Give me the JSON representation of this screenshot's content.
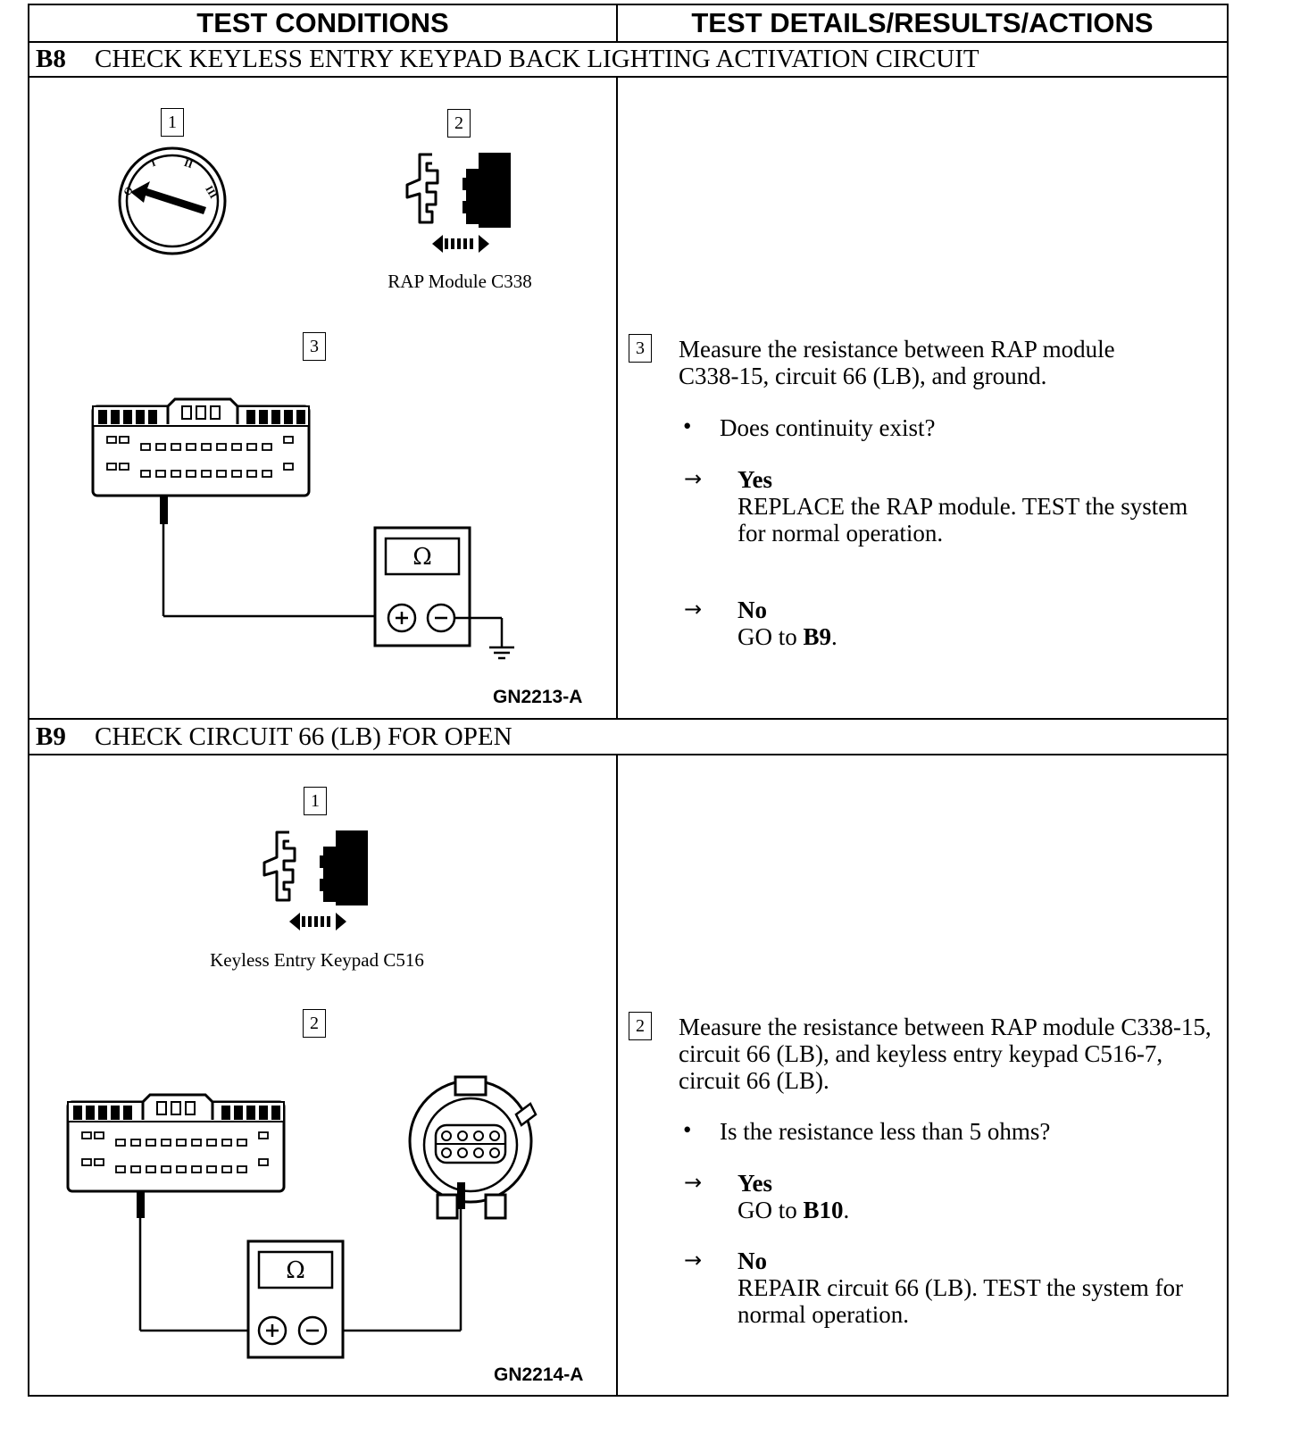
{
  "header": {
    "left": "TEST CONDITIONS",
    "right": "TEST DETAILS/RESULTS/ACTIONS"
  },
  "sections": [
    {
      "code": "B8",
      "title": "CHECK KEYLESS ENTRY KEYPAD BACK LIGHTING ACTIVATION CIRCUIT",
      "fig_steps": [
        "1",
        "2",
        "3"
      ],
      "caption": "RAP Module C338",
      "figure_id": "GN2213-A",
      "meter_symbol": "Ω",
      "step_num": "3",
      "instruction": "Measure the resistance between RAP module C338-15, circuit 66 (LB), and ground.",
      "question": "Does continuity exist?",
      "yes_label": "Yes",
      "yes_text": "REPLACE the RAP module. TEST the system for normal operation.",
      "no_label": "No",
      "no_text_pre": "GO to ",
      "no_text_ref": "B9",
      "no_text_post": "."
    },
    {
      "code": "B9",
      "title": "CHECK CIRCUIT 66 (LB) FOR OPEN",
      "fig_steps": [
        "1",
        "2"
      ],
      "caption": "Keyless Entry Keypad C516",
      "figure_id": "GN2214-A",
      "meter_symbol": "Ω",
      "step_num": "2",
      "instruction": "Measure the resistance between RAP module C338-15, circuit 66 (LB), and keyless entry keypad C516-7, circuit 66 (LB).",
      "question": "Is the resistance less than 5 ohms?",
      "yes_label": "Yes",
      "yes_text_pre": "GO to ",
      "yes_text_ref": "B10",
      "yes_text_post": ".",
      "no_label": "No",
      "no_text": "REPAIR circuit 66 (LB). TEST the system for normal operation."
    }
  ],
  "bullet_char": "•",
  "arrow_char": "→"
}
